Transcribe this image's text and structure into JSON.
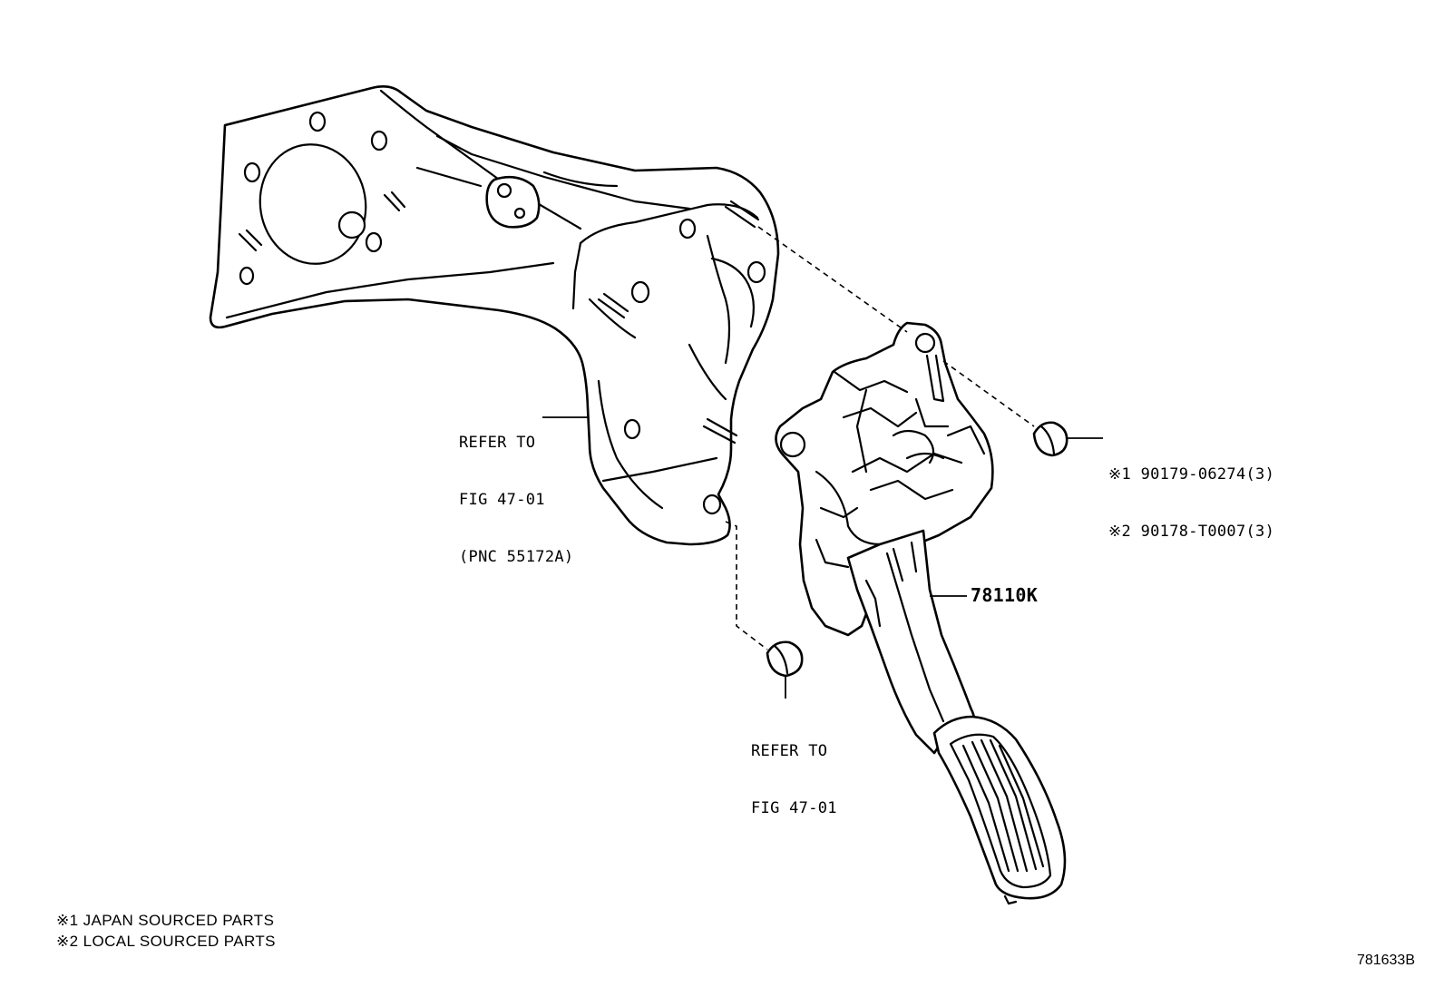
{
  "callouts": {
    "bracket_ref": {
      "line1": "REFER TO",
      "line2": "FIG 47-01",
      "line3": "(PNC 55172A)"
    },
    "nut_ref": {
      "line1": "REFER TO",
      "line2": "FIG 47-01"
    },
    "pedal_part": "78110K",
    "nut_parts": {
      "line1": "※1 90179-06274(3)",
      "line2": "※2 90178-T0007(3)"
    }
  },
  "notes": {
    "note1": "※1 JAPAN SOURCED PARTS",
    "note2": "※2 LOCAL SOURCED PARTS"
  },
  "illustration_number": "781633B"
}
